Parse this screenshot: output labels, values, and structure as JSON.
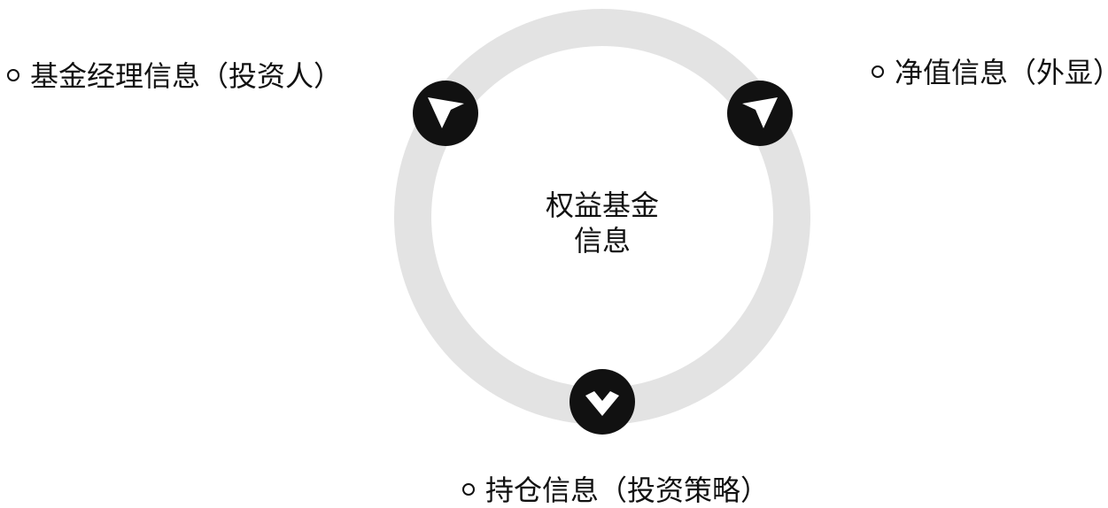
{
  "diagram": {
    "center": {
      "line1": "权益基金",
      "line2": "信息"
    },
    "items": [
      {
        "id": "manager",
        "label": "基金经理信息（投资人）"
      },
      {
        "id": "nav",
        "label": "净值信息（外显）"
      },
      {
        "id": "holding",
        "label": "持仓信息（投资策略）"
      }
    ],
    "colors": {
      "ring": "#e3e3e3",
      "node": "#111111",
      "arrow": "#ffffff",
      "text": "#111111"
    },
    "icons": {
      "node_icon": "arrow-chevron-icon",
      "bullet_icon": "hollow-circle-bullet-icon"
    }
  }
}
